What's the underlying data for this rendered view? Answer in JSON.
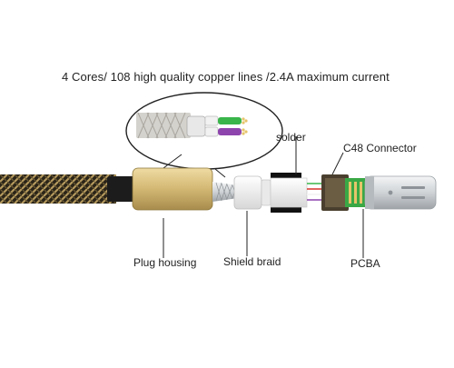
{
  "headline": "4 Cores/ 108 high quality copper lines /2.4A maximum current",
  "labels": {
    "solder": "solder",
    "c48_connector": "C48 Connector",
    "plug_housing": "Plug housing",
    "shield_braid": "Shield braid",
    "pcba": "PCBA"
  },
  "colors": {
    "braid_dark": "#2a2418",
    "braid_gold": "#b59a5e",
    "housing_gold": "#d6bb77",
    "housing_dark": "#1c1c1c",
    "pcba_green": "#3aa845",
    "connector_silver": "#cfd3d6",
    "core_green": "#39b54a",
    "core_purple": "#8e44ad",
    "core_red": "#d9342b",
    "core_white": "#f2f2f2"
  }
}
